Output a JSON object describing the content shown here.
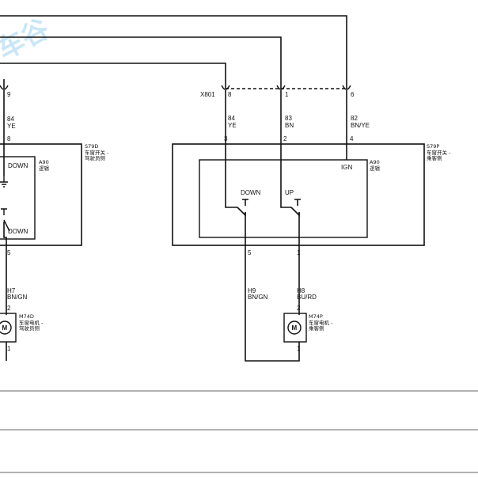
{
  "watermark": {
    "text": "车谷"
  },
  "left_connector": {
    "top_pin": "9",
    "wire_gauge": "84",
    "wire_color": "YE",
    "switch_pin": "8"
  },
  "left_switch": {
    "id": "S79D",
    "desc_line1": "车窗开关 -",
    "desc_line2": "驾驶员侧",
    "logic_id": "A90",
    "logic_desc": "逻辑",
    "down_label": "DOWN",
    "down2_label": "DOWN",
    "bottom_pin": "5"
  },
  "left_motor_wire": {
    "code": "H7",
    "color": "BN/GN"
  },
  "left_motor": {
    "top_pin": "2",
    "id": "M74D",
    "desc_line1": "车窗电机 -",
    "desc_line2": "驾驶员侧",
    "symbol": "M",
    "bottom_pin": "1"
  },
  "right_connector": {
    "name": "X801",
    "pins": [
      {
        "pin": "8",
        "gauge": "84",
        "color": "YE"
      },
      {
        "pin": "1",
        "gauge": "83",
        "color": "BN"
      },
      {
        "pin": "6",
        "gauge": "82",
        "color": "BN/YE"
      }
    ]
  },
  "right_switch": {
    "id": "S79P",
    "desc_line1": "车窗开关 -",
    "desc_line2": "乘客侧",
    "logic_id": "A90",
    "logic_desc": "逻辑",
    "ign_label": "IGN",
    "down_label": "DOWN",
    "up_label": "UP",
    "top_pins": [
      "3",
      "2",
      "4"
    ],
    "bottom_pins": [
      "5",
      "1"
    ]
  },
  "right_wires": [
    {
      "code": "H9",
      "color": "BN/GN"
    },
    {
      "code": "H8",
      "color": "BU/RD"
    }
  ],
  "right_motor": {
    "top_pin": "2",
    "id": "M74P",
    "desc_line1": "车窗电机 -",
    "desc_line2": "乘客侧",
    "symbol": "M",
    "bottom_pin": "1"
  }
}
